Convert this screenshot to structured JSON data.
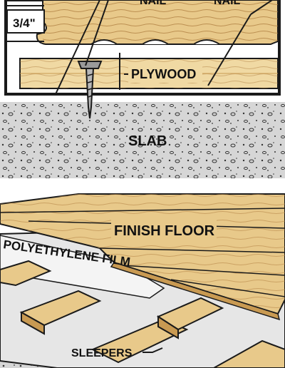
{
  "top_diagram": {
    "labels": {
      "nail_left": "NAIL",
      "nail_right": "NAIL",
      "thickness": "3/4\"",
      "plywood": "PLYWOOD",
      "slab": "SLAB"
    }
  },
  "bottom_diagram": {
    "labels": {
      "finish_floor": "FINISH FLOOR",
      "polyethylene_film": "POLYETHYLENE FILM",
      "sleepers": "SLEEPERS"
    }
  },
  "colors": {
    "wood": "#e8c98a",
    "wood_light": "#f0d9a3",
    "wood_dark": "#c99a52",
    "concrete": "#d6d6d6",
    "film": "#e6e6e6",
    "frame": "#1a1a1a"
  }
}
